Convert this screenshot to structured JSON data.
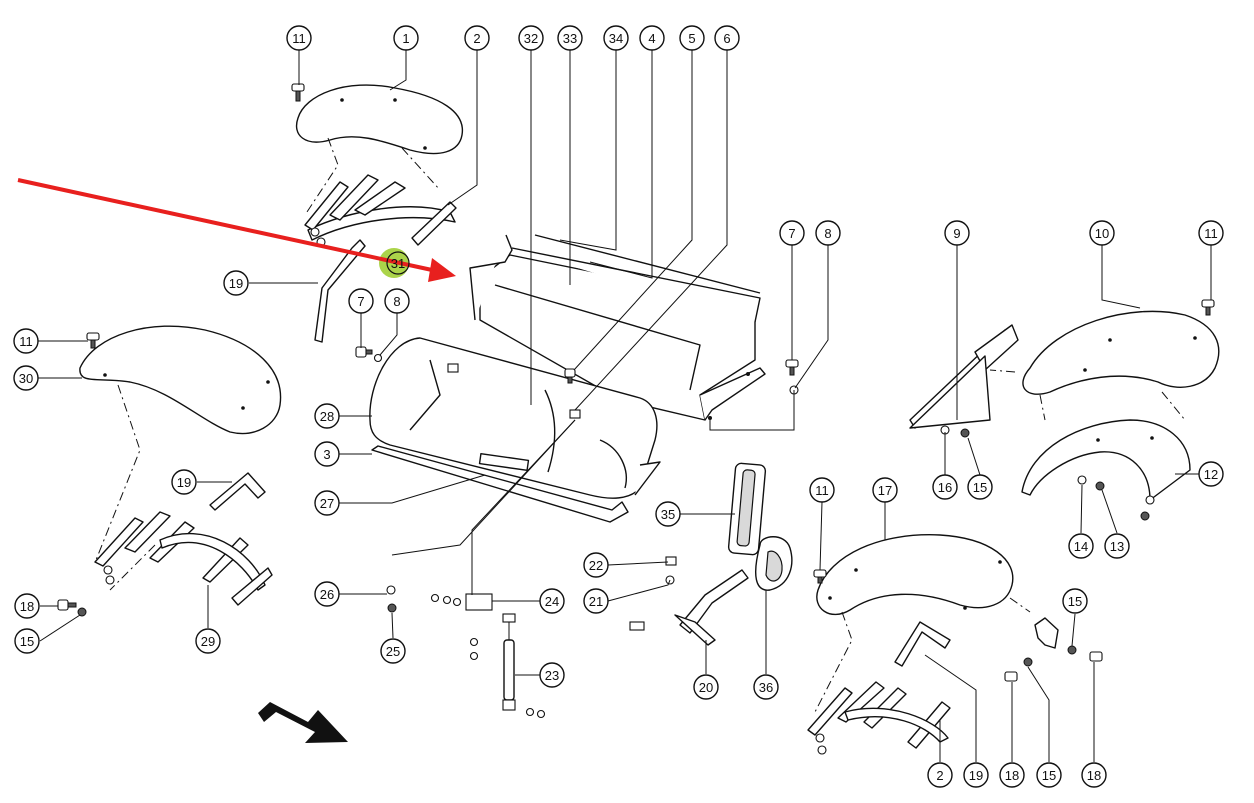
{
  "diagram": {
    "callouts": [
      {
        "id": "c-11-a",
        "label": "11"
      },
      {
        "id": "c-1",
        "label": "1"
      },
      {
        "id": "c-2-a",
        "label": "2"
      },
      {
        "id": "c-32",
        "label": "32"
      },
      {
        "id": "c-33",
        "label": "33"
      },
      {
        "id": "c-34",
        "label": "34"
      },
      {
        "id": "c-4",
        "label": "4"
      },
      {
        "id": "c-5",
        "label": "5"
      },
      {
        "id": "c-6",
        "label": "6"
      },
      {
        "id": "c-7-a",
        "label": "7"
      },
      {
        "id": "c-8-a",
        "label": "8"
      },
      {
        "id": "c-9",
        "label": "9"
      },
      {
        "id": "c-10",
        "label": "10"
      },
      {
        "id": "c-11-b",
        "label": "11"
      },
      {
        "id": "c-19-a",
        "label": "19"
      },
      {
        "id": "c-7-b",
        "label": "7"
      },
      {
        "id": "c-8-b",
        "label": "8"
      },
      {
        "id": "c-11-c",
        "label": "11"
      },
      {
        "id": "c-30",
        "label": "30"
      },
      {
        "id": "c-28",
        "label": "28"
      },
      {
        "id": "c-3",
        "label": "3"
      },
      {
        "id": "c-19-b",
        "label": "19"
      },
      {
        "id": "c-27",
        "label": "27"
      },
      {
        "id": "c-16",
        "label": "16"
      },
      {
        "id": "c-15-a",
        "label": "15"
      },
      {
        "id": "c-12",
        "label": "12"
      },
      {
        "id": "c-14",
        "label": "14"
      },
      {
        "id": "c-13",
        "label": "13"
      },
      {
        "id": "c-35",
        "label": "35"
      },
      {
        "id": "c-11-d",
        "label": "11"
      },
      {
        "id": "c-17",
        "label": "17"
      },
      {
        "id": "c-22",
        "label": "22"
      },
      {
        "id": "c-21",
        "label": "21"
      },
      {
        "id": "c-26",
        "label": "26"
      },
      {
        "id": "c-24",
        "label": "24"
      },
      {
        "id": "c-18-a",
        "label": "18"
      },
      {
        "id": "c-15-b",
        "label": "15"
      },
      {
        "id": "c-29",
        "label": "29"
      },
      {
        "id": "c-25",
        "label": "25"
      },
      {
        "id": "c-23",
        "label": "23"
      },
      {
        "id": "c-20",
        "label": "20"
      },
      {
        "id": "c-36",
        "label": "36"
      },
      {
        "id": "c-15-c",
        "label": "15"
      },
      {
        "id": "c-2-b",
        "label": "2"
      },
      {
        "id": "c-19-c",
        "label": "19"
      },
      {
        "id": "c-18-b",
        "label": "18"
      },
      {
        "id": "c-15-d",
        "label": "15"
      },
      {
        "id": "c-18-c",
        "label": "18"
      },
      {
        "id": "c-31",
        "label": "31"
      }
    ],
    "colors": {
      "ink": "#111111",
      "pointer_arrow": "#e8201e",
      "highlight": "#9ccc2a",
      "direction_arrow": "#111111"
    },
    "icons": {
      "pointer": "red-pointer-arrow",
      "direction": "travel-direction-arrow",
      "highlight": "highlight-marker"
    }
  }
}
